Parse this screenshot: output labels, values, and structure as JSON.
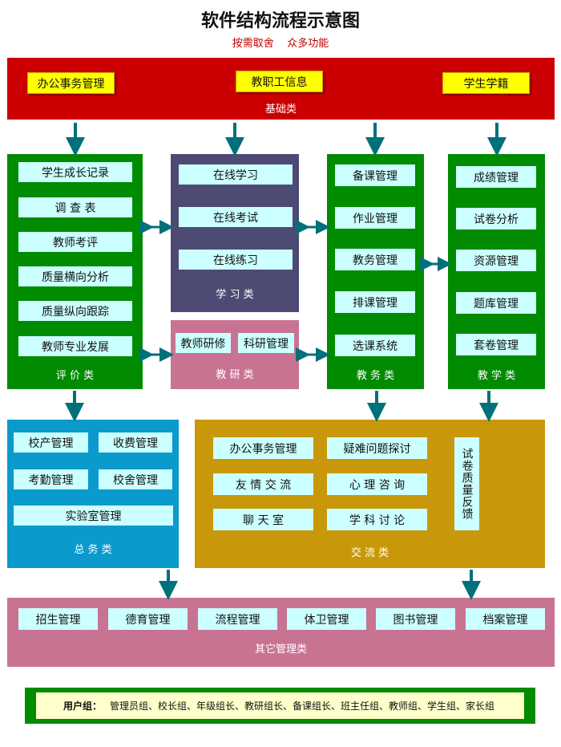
{
  "title": "软件结构流程示意图",
  "subtitle": "按需取舍    众多功能",
  "colors": {
    "foundation": "#cc0000",
    "evaluation": "#008b00",
    "study": "#4d4a74",
    "research": "#c97393",
    "teaching_affairs": "#008b00",
    "teaching": "#008b00",
    "general": "#0a9acc",
    "communication": "#c9980a",
    "others": "#c97393",
    "arrow": "#00707a",
    "item_bg": "#ccffff",
    "top_button_bg": "#ffff00"
  },
  "foundation": {
    "label": "基础类",
    "items": [
      "办公事务管理",
      "教职工信息",
      "学生学籍"
    ]
  },
  "evaluation": {
    "label": "评 价 类",
    "items": [
      "学生成长记录",
      "调 查 表",
      "教师考评",
      "质量横向分析",
      "质量纵向跟踪",
      "教师专业发展"
    ]
  },
  "study": {
    "label": "学 习 类",
    "items": [
      "在线学习",
      "在线考试",
      "在线练习"
    ]
  },
  "research": {
    "label": "教 研 类",
    "items": [
      "教师研修",
      "科研管理"
    ]
  },
  "teaching_affairs": {
    "label": "教 务 类",
    "items": [
      "备课管理",
      "作业管理",
      "教务管理",
      "排课管理",
      "选课系统"
    ]
  },
  "teaching": {
    "label": "教 学 类",
    "items": [
      "成绩管理",
      "试卷分析",
      "资源管理",
      "题库管理",
      "套卷管理"
    ]
  },
  "general": {
    "label": "总 务 类",
    "items": [
      "校产管理",
      "收费管理",
      "考勤管理",
      "校舍管理",
      "实验室管理"
    ]
  },
  "communication": {
    "label": "交 流 类",
    "items": [
      "办公事务管理",
      "疑难问题探讨",
      "友 情 交 流",
      "心 理 咨 询",
      "聊 天 室",
      "学 科 讨 论"
    ],
    "side_item": "试卷质量反馈"
  },
  "others": {
    "label": "其它管理类",
    "items": [
      "招生管理",
      "德育管理",
      "流程管理",
      "体卫管理",
      "图书管理",
      "档案管理"
    ]
  },
  "user_group": {
    "label": "用户组：",
    "value": "管理员组、校长组、年级组长、教研组长、备课组长、班主任组、教师组、学生组、家长组"
  }
}
